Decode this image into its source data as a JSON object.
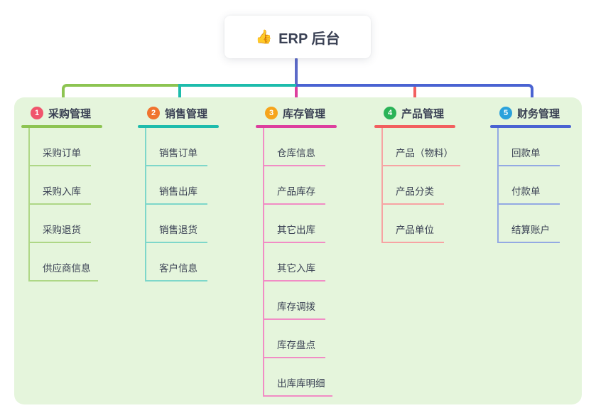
{
  "root": {
    "icon": "👍",
    "title": "ERP 后台"
  },
  "colors": {
    "root_line": "#5c6ac8",
    "panel_bg": "#e5f5dc",
    "text": "#3a4154"
  },
  "branches": [
    {
      "badge": "1",
      "badge_color": "#f0546c",
      "label": "采购管理",
      "line_color": "#8dc452",
      "child_line_color": "#aed786",
      "children": [
        "采购订单",
        "采购入库",
        "采购退货",
        "供应商信息"
      ]
    },
    {
      "badge": "2",
      "badge_color": "#f0742f",
      "label": "销售管理",
      "line_color": "#1ebcac",
      "child_line_color": "#7ed7ca",
      "children": [
        "销售订单",
        "销售出库",
        "销售退货",
        "客户信息"
      ]
    },
    {
      "badge": "3",
      "badge_color": "#f6a41c",
      "label": "库存管理",
      "line_color": "#dd3f9e",
      "child_line_color": "#f18cc5",
      "children": [
        "仓库信息",
        "产品库存",
        "其它出库",
        "其它入库",
        "库存调拨",
        "库存盘点",
        "出库库明细"
      ]
    },
    {
      "badge": "4",
      "badge_color": "#2ab357",
      "label": "产品管理",
      "line_color": "#f25f5f",
      "child_line_color": "#f7a3a3",
      "children": [
        "产品（物料）",
        "产品分类",
        "产品单位"
      ]
    },
    {
      "badge": "5",
      "badge_color": "#2ba2dc",
      "label": "财务管理",
      "line_color": "#4a63d2",
      "child_line_color": "#93a9e3",
      "children": [
        "回款单",
        "付款单",
        "结算账户"
      ]
    }
  ]
}
